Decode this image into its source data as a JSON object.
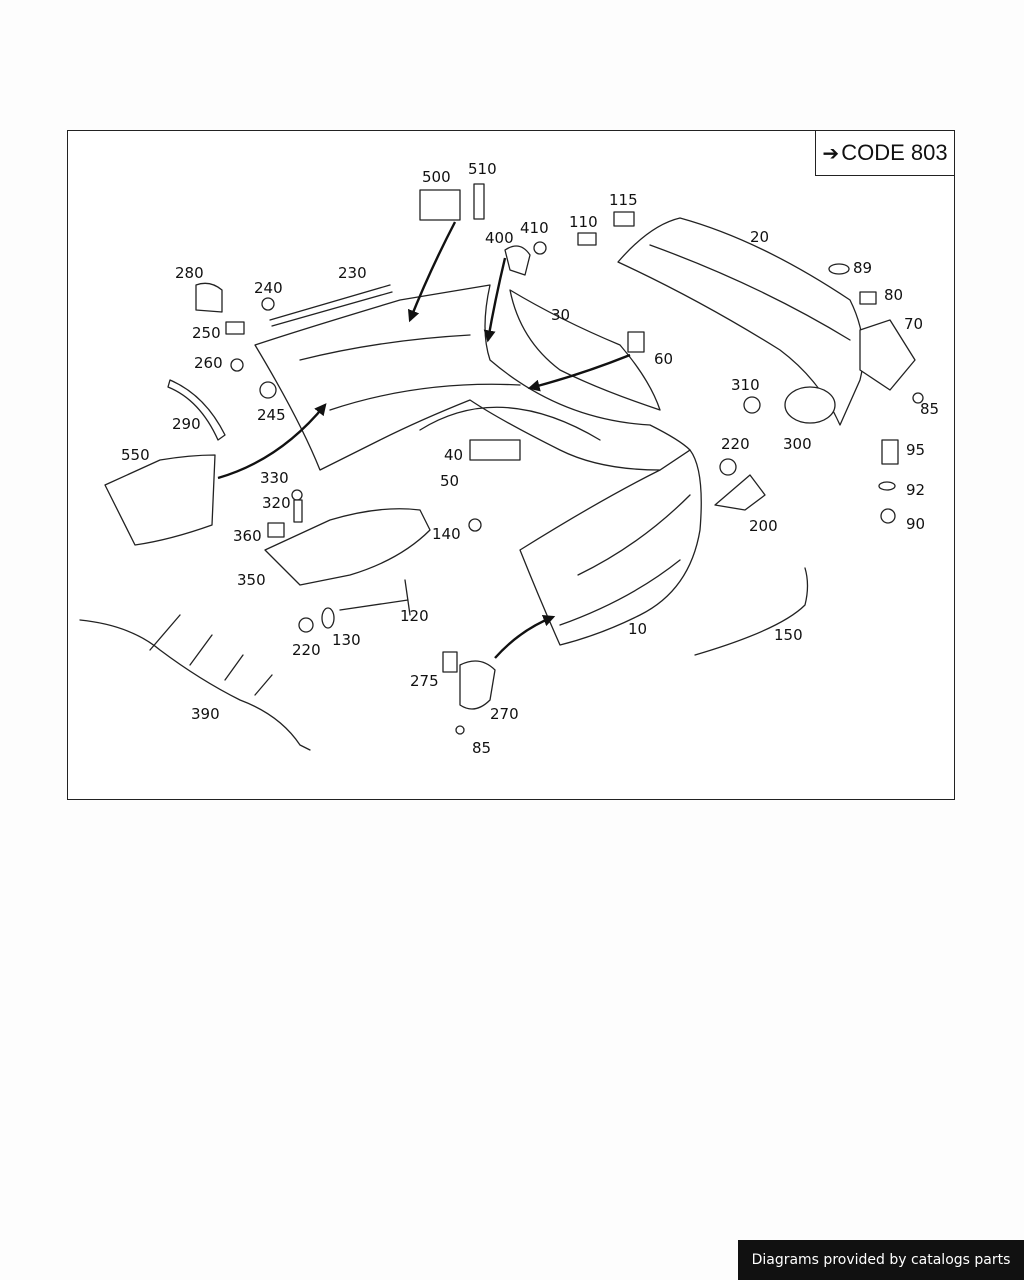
{
  "code_box": {
    "arrow": "➔",
    "text": "CODE 803"
  },
  "footer": {
    "text": "Diagrams provided by catalogs parts"
  },
  "labels": [
    "10",
    "20",
    "30",
    "40",
    "50",
    "60",
    "70",
    "80",
    "85",
    "89",
    "90",
    "92",
    "95",
    "110",
    "115",
    "120",
    "130",
    "140",
    "150",
    "200",
    "220",
    "230",
    "240",
    "245",
    "250",
    "260",
    "270",
    "275",
    "280",
    "290",
    "300",
    "310",
    "320",
    "330",
    "350",
    "360",
    "390",
    "400",
    "410",
    "500",
    "510",
    "550",
    "85",
    "220"
  ]
}
